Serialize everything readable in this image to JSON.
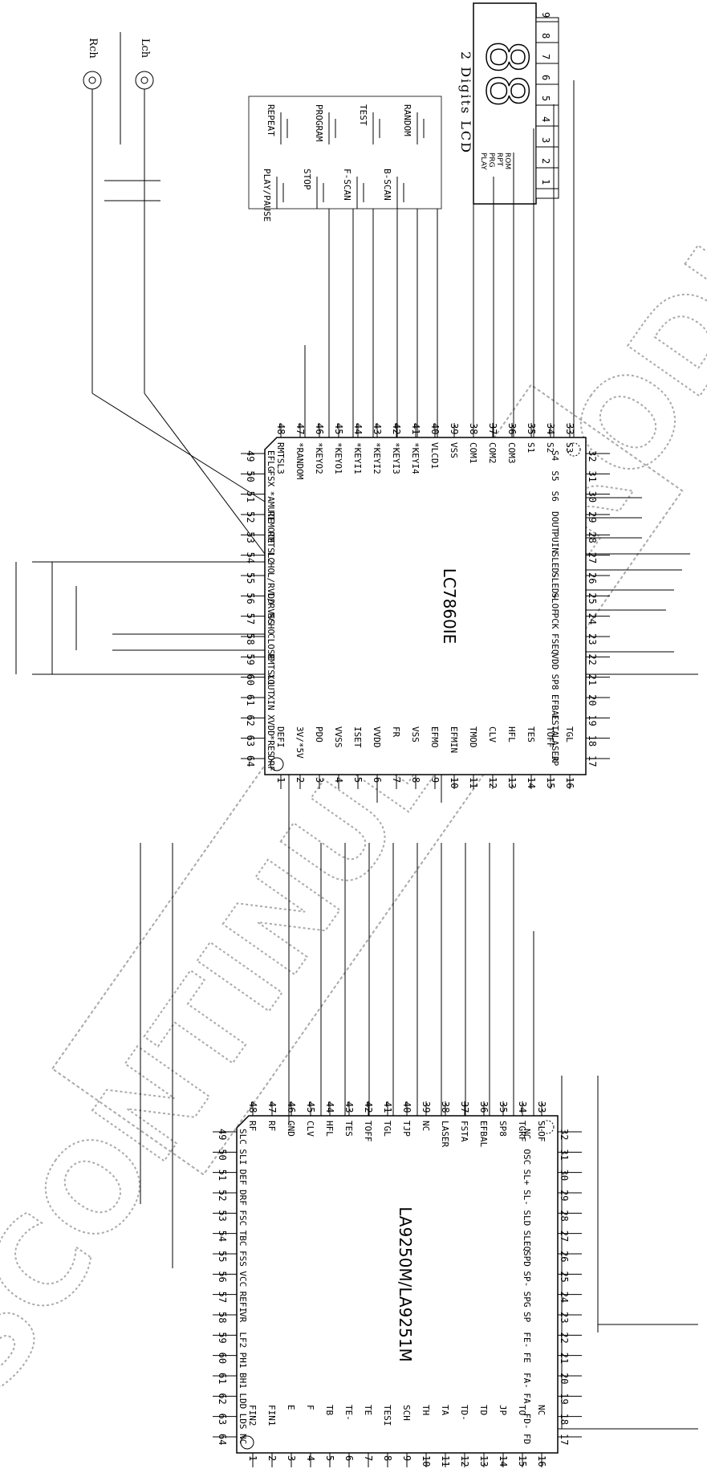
{
  "watermark": "DISCONTINUED PRODUCT",
  "chip_main": {
    "name": "LC7860IE",
    "pins": [
      {
        "n": "1",
        "s": "DEFI"
      },
      {
        "n": "2",
        "s": "3V/*5V"
      },
      {
        "n": "3",
        "s": "PDO"
      },
      {
        "n": "4",
        "s": "VVSS"
      },
      {
        "n": "5",
        "s": "ISET"
      },
      {
        "n": "6",
        "s": "VVDD"
      },
      {
        "n": "7",
        "s": "FR"
      },
      {
        "n": "8",
        "s": "VSS"
      },
      {
        "n": "9",
        "s": "EFMO"
      },
      {
        "n": "10",
        "s": "EFMIN"
      },
      {
        "n": "11",
        "s": "TMOD"
      },
      {
        "n": "12",
        "s": "CLV"
      },
      {
        "n": "13",
        "s": "HFL"
      },
      {
        "n": "14",
        "s": "TES"
      },
      {
        "n": "15",
        "s": "TOFF"
      },
      {
        "n": "16",
        "s": "TGL"
      },
      {
        "n": "17",
        "s": "JP"
      },
      {
        "n": "18",
        "s": "LASER"
      },
      {
        "n": "19",
        "s": "FSTA"
      },
      {
        "n": "20",
        "s": "EFBAL"
      },
      {
        "n": "21",
        "s": "SP8"
      },
      {
        "n": "22",
        "s": "VDD"
      },
      {
        "n": "23",
        "s": "FSEQ"
      },
      {
        "n": "24",
        "s": "PCK"
      },
      {
        "n": "25",
        "s": "SLOF"
      },
      {
        "n": "26",
        "s": "SLED+"
      },
      {
        "n": "27",
        "s": "SLED-"
      },
      {
        "n": "28",
        "s": "PUIN"
      },
      {
        "n": "29",
        "s": "DOUT"
      },
      {
        "n": "30",
        "s": "S6"
      },
      {
        "n": "31",
        "s": "S5"
      },
      {
        "n": "32",
        "s": "S4"
      },
      {
        "n": "33",
        "s": "S3"
      },
      {
        "n": "34",
        "s": "S2"
      },
      {
        "n": "35",
        "s": "S1"
      },
      {
        "n": "36",
        "s": "COM3"
      },
      {
        "n": "37",
        "s": "COM2"
      },
      {
        "n": "38",
        "s": "COM1"
      },
      {
        "n": "39",
        "s": "VSS"
      },
      {
        "n": "40",
        "s": "VLCD1"
      },
      {
        "n": "41",
        "s": "*KEYI4"
      },
      {
        "n": "42",
        "s": "*KEYI3"
      },
      {
        "n": "43",
        "s": "*KEYI2"
      },
      {
        "n": "44",
        "s": "*KEYI1"
      },
      {
        "n": "45",
        "s": "*KEYO1"
      },
      {
        "n": "46",
        "s": "*KEYO2"
      },
      {
        "n": "47",
        "s": "*RANDOM"
      },
      {
        "n": "48",
        "s": "RMTSL3"
      },
      {
        "n": "49",
        "s": "EFLG"
      },
      {
        "n": "50",
        "s": "FSX"
      },
      {
        "n": "51",
        "s": "*AMUTE"
      },
      {
        "n": "52",
        "s": "REMOTE"
      },
      {
        "n": "53",
        "s": "RMTSL2"
      },
      {
        "n": "54",
        "s": "LCHO"
      },
      {
        "n": "55",
        "s": "L/RVDD"
      },
      {
        "n": "56",
        "s": "L/RVSS"
      },
      {
        "n": "57",
        "s": "RCHO"
      },
      {
        "n": "58",
        "s": "CLOSE"
      },
      {
        "n": "59",
        "s": "RMTSL1"
      },
      {
        "n": "60",
        "s": "XOUT"
      },
      {
        "n": "61",
        "s": "XIN"
      },
      {
        "n": "62",
        "s": "XVDD"
      },
      {
        "n": "63",
        "s": "*RES"
      },
      {
        "n": "64",
        "s": "DRF"
      }
    ]
  },
  "chip_servo": {
    "name": "LA9250M/LA9251M",
    "pins": [
      {
        "n": "1",
        "s": "FIN2"
      },
      {
        "n": "2",
        "s": "FIN1"
      },
      {
        "n": "3",
        "s": "E"
      },
      {
        "n": "4",
        "s": "F"
      },
      {
        "n": "5",
        "s": "TB"
      },
      {
        "n": "6",
        "s": "TE-"
      },
      {
        "n": "7",
        "s": "TE"
      },
      {
        "n": "8",
        "s": "TESI"
      },
      {
        "n": "9",
        "s": "SCH"
      },
      {
        "n": "10",
        "s": "TH"
      },
      {
        "n": "11",
        "s": "TA"
      },
      {
        "n": "12",
        "s": "TD-"
      },
      {
        "n": "13",
        "s": "TD"
      },
      {
        "n": "14",
        "s": "JP"
      },
      {
        "n": "15",
        "s": "TO"
      },
      {
        "n": "16",
        "s": "NC"
      },
      {
        "n": "17",
        "s": "FD"
      },
      {
        "n": "18",
        "s": "FD-"
      },
      {
        "n": "19",
        "s": "FA"
      },
      {
        "n": "20",
        "s": "FA-"
      },
      {
        "n": "21",
        "s": "FE"
      },
      {
        "n": "22",
        "s": "FE-"
      },
      {
        "n": "23",
        "s": "SP"
      },
      {
        "n": "24",
        "s": "SPG"
      },
      {
        "n": "25",
        "s": "SP-"
      },
      {
        "n": "26",
        "s": "SPD"
      },
      {
        "n": "27",
        "s": "SLEQ"
      },
      {
        "n": "28",
        "s": "SLD"
      },
      {
        "n": "29",
        "s": "SL-"
      },
      {
        "n": "30",
        "s": "SL+"
      },
      {
        "n": "31",
        "s": "OSC"
      },
      {
        "n": "32",
        "s": "NC"
      },
      {
        "n": "33",
        "s": "SLOF"
      },
      {
        "n": "34",
        "s": "TGRF"
      },
      {
        "n": "35",
        "s": "SP8"
      },
      {
        "n": "36",
        "s": "EFBAL"
      },
      {
        "n": "37",
        "s": "FSTA"
      },
      {
        "n": "38",
        "s": "LASER"
      },
      {
        "n": "39",
        "s": "NC"
      },
      {
        "n": "40",
        "s": "TJP"
      },
      {
        "n": "41",
        "s": "TGL"
      },
      {
        "n": "42",
        "s": "TOFF"
      },
      {
        "n": "43",
        "s": "TES"
      },
      {
        "n": "44",
        "s": "HFL"
      },
      {
        "n": "45",
        "s": "CLV"
      },
      {
        "n": "46",
        "s": "GND"
      },
      {
        "n": "47",
        "s": "RF"
      },
      {
        "n": "48",
        "s": "RF"
      },
      {
        "n": "49",
        "s": "SLC"
      },
      {
        "n": "50",
        "s": "SLI"
      },
      {
        "n": "51",
        "s": "DEF"
      },
      {
        "n": "52",
        "s": "DRF"
      },
      {
        "n": "53",
        "s": "FSC"
      },
      {
        "n": "54",
        "s": "TBC"
      },
      {
        "n": "55",
        "s": "FSS"
      },
      {
        "n": "56",
        "s": "VCC"
      },
      {
        "n": "57",
        "s": "REFI"
      },
      {
        "n": "58",
        "s": "VR"
      },
      {
        "n": "59",
        "s": "LF2"
      },
      {
        "n": "60",
        "s": "PH1"
      },
      {
        "n": "61",
        "s": "BH1"
      },
      {
        "n": "62",
        "s": "LDD"
      },
      {
        "n": "63",
        "s": "LDS"
      },
      {
        "n": "64",
        "s": "NC"
      }
    ]
  },
  "lcd": {
    "title": "2 Digits LCD",
    "digits": "88",
    "indicators": [
      "PLAY",
      "PRG",
      "RPT",
      "ROM"
    ],
    "pins": [
      "1",
      "2",
      "3",
      "4",
      "5",
      "6",
      "7",
      "8",
      "9"
    ]
  },
  "keys": {
    "top": [
      "REPEAT",
      "PROGRAM",
      "TEST",
      "RANDOM"
    ],
    "bottom": [
      "PLAY/PAUSE",
      "STOP",
      "F-SCAN",
      "B-SCAN"
    ]
  },
  "audio": {
    "right": "Rch",
    "left": "Lch"
  }
}
